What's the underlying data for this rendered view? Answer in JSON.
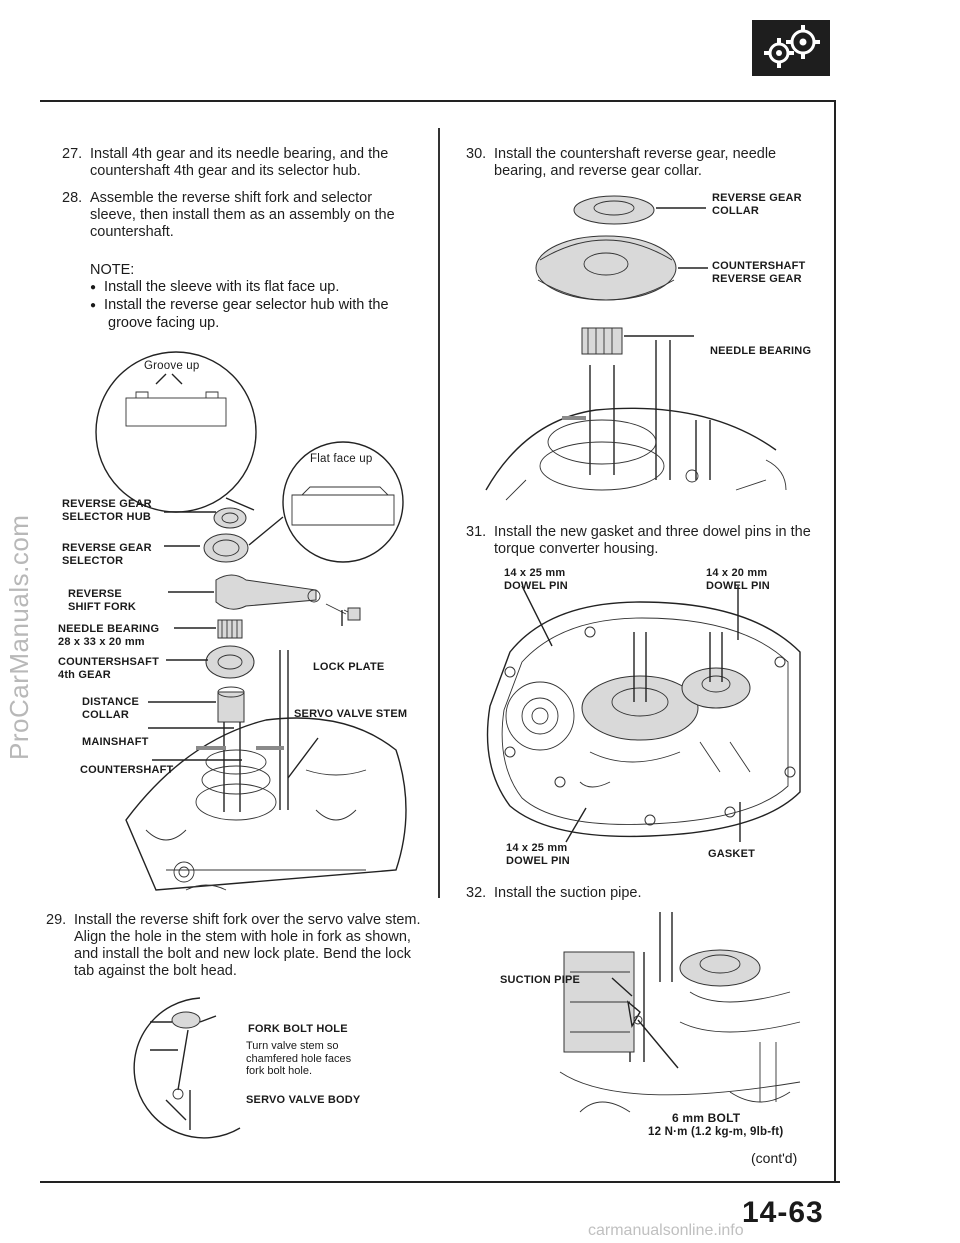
{
  "header": {
    "page_number": "14-63",
    "continued": "(cont'd)"
  },
  "watermarks": {
    "side": "ProCarManuals.com",
    "bottom": "carmanualsonline.info"
  },
  "steps": {
    "s27": {
      "num": "27.",
      "text": "Install 4th gear and its needle bearing, and the countershaft 4th gear and its selector hub."
    },
    "s28": {
      "num": "28.",
      "text": "Assemble the reverse shift fork and selector sleeve, then install them as an assembly on the countershaft."
    },
    "s29": {
      "num": "29.",
      "text": "Install the reverse shift fork over the servo valve stem. Align the hole in the stem with hole in fork as shown, and install the bolt and new lock plate. Bend the lock tab against the bolt head."
    },
    "s30": {
      "num": "30.",
      "text": "Install the countershaft reverse gear, needle bearing, and reverse gear collar."
    },
    "s31": {
      "num": "31.",
      "text": "Install the new gasket and three dowel pins in the torque converter housing."
    },
    "s32": {
      "num": "32.",
      "text": "Install the suction pipe."
    }
  },
  "note": {
    "title": "NOTE:",
    "items": [
      "Install the sleeve with its flat face up.",
      "Install the reverse gear selector hub with the groove facing up."
    ]
  },
  "labels_left": {
    "groove_up": "Groove up",
    "flat_face_up": "Flat face up",
    "reverse_gear_selector_hub": [
      "REVERSE GEAR",
      "SELECTOR HUB"
    ],
    "reverse_gear_selector": [
      "REVERSE GEAR",
      "SELECTOR"
    ],
    "reverse_shift_fork": [
      "REVERSE",
      "SHIFT FORK"
    ],
    "needle_bearing": [
      "NEEDLE BEARING",
      "28 x 33 x 20 mm"
    ],
    "countershaft_4th_gear": [
      "COUNTERSHSAFT",
      "4th GEAR"
    ],
    "lock_plate": "LOCK PLATE",
    "distance_collar": [
      "DISTANCE",
      "COLLAR"
    ],
    "servo_valve_stem": "SERVO VALVE STEM",
    "mainshaft": "MAINSHAFT",
    "countershaft": "COUNTERSHAFT"
  },
  "labels_fork": {
    "fork_bolt_hole": "FORK BOLT HOLE",
    "note_lines": [
      "Turn valve stem so",
      "chamfered hole faces",
      "fork bolt hole."
    ],
    "servo_valve_body": "SERVO VALVE BODY"
  },
  "labels_right": {
    "reverse_gear_collar": [
      "REVERSE GEAR",
      "COLLAR"
    ],
    "countershaft_reverse_gear": [
      "COUNTERSHAFT",
      "REVERSE GEAR"
    ],
    "needle_bearing": "NEEDLE BEARING",
    "dowel_pin_tl": [
      "14 x 25 mm",
      "DOWEL PIN"
    ],
    "dowel_pin_tr": [
      "14 x 20 mm",
      "DOWEL PIN"
    ],
    "dowel_pin_b": [
      "14 x 25 mm",
      "DOWEL PIN"
    ],
    "gasket": "GASKET",
    "suction_pipe": "SUCTION PIPE",
    "bolt": "6 mm BOLT",
    "torque": "12 N·m (1.2 kg-m, 9lb-ft)"
  }
}
